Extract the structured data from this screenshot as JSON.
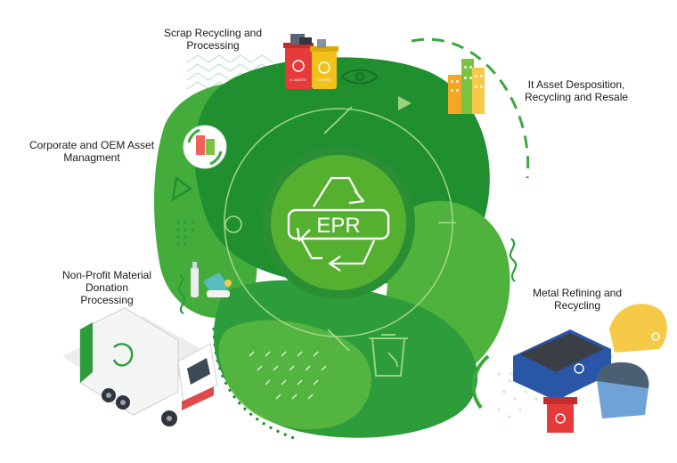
{
  "hub": {
    "label": "EPR"
  },
  "nodes": [
    {
      "id": "scrap",
      "lines": [
        "Scrap Recycling and",
        "Processing"
      ]
    },
    {
      "id": "itasset",
      "lines": [
        "It Asset Desposition,",
        "Recycling and Resale"
      ]
    },
    {
      "id": "corporate",
      "lines": [
        "Corporate and OEM Asset",
        "Managment"
      ]
    },
    {
      "id": "nonprofit",
      "lines": [
        "Non-Profit Material",
        "Donation",
        "Processing"
      ]
    },
    {
      "id": "metal",
      "lines": [
        "Metal Refining and",
        "Recycling"
      ]
    }
  ],
  "icons": {
    "bins": {
      "left": "E-WASTE",
      "right": "OTHER"
    }
  },
  "colors": {
    "dark_green": "#1f8f2f",
    "mid_green": "#3aa83e",
    "light_green": "#7cc242",
    "core_green": "#5cb031",
    "white": "#ffffff"
  }
}
